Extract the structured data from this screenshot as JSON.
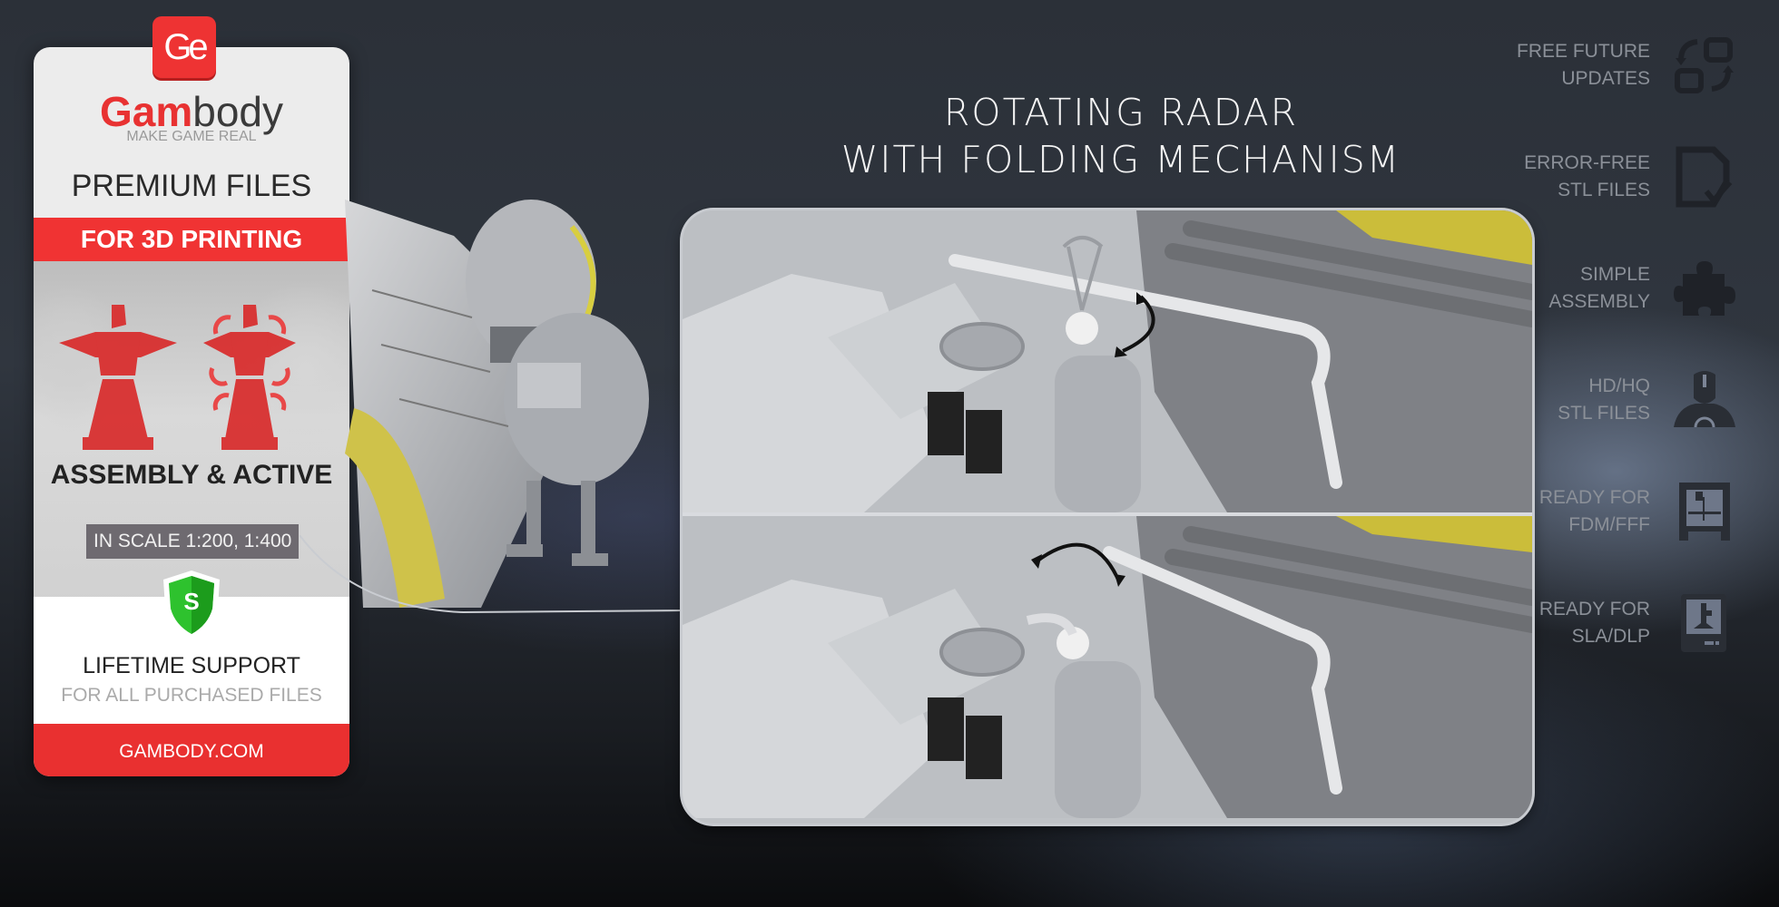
{
  "card": {
    "logo_glyph": "Ge",
    "brand_red": "Gam",
    "brand_dark": "body",
    "tagline": "MAKE GAME REAL",
    "premium": "PREMIUM FILES",
    "printing": "FOR 3D PRINTING",
    "assembly": "ASSEMBLY & ACTIVE",
    "scale": "IN SCALE 1:200, 1:400",
    "shield_letter": "S",
    "lifetime": "LIFETIME SUPPORT",
    "purchased": "FOR ALL PURCHASED FILES",
    "footer": "GAMBODY.COM",
    "colors": {
      "accent": "#ee3333",
      "shield": "#22b322",
      "scale_bg": "#6e6a70"
    }
  },
  "title": {
    "line1": "ROTATING RADAR",
    "line2": "WITH FOLDING MECHANISM"
  },
  "panels": [
    {
      "name": "radar-extended",
      "arrow": "rotation-arrow"
    },
    {
      "name": "radar-folded",
      "arrow": "folding-arrow"
    }
  ],
  "features": [
    {
      "line1": "FREE FUTURE",
      "line2": "UPDATES",
      "icon": "updates-icon"
    },
    {
      "line1": "ERROR-FREE",
      "line2": "STL FILES",
      "icon": "file-check-icon"
    },
    {
      "line1": "SIMPLE",
      "line2": "ASSEMBLY",
      "icon": "puzzle-icon"
    },
    {
      "line1": "HD/HQ",
      "line2": "STL FILES",
      "icon": "hero-bust-icon"
    },
    {
      "line1": "READY FOR",
      "line2": "FDM/FFF",
      "icon": "fdm-printer-icon"
    },
    {
      "line1": "READY FOR",
      "line2": "SLA/DLP",
      "icon": "sla-printer-icon"
    }
  ]
}
